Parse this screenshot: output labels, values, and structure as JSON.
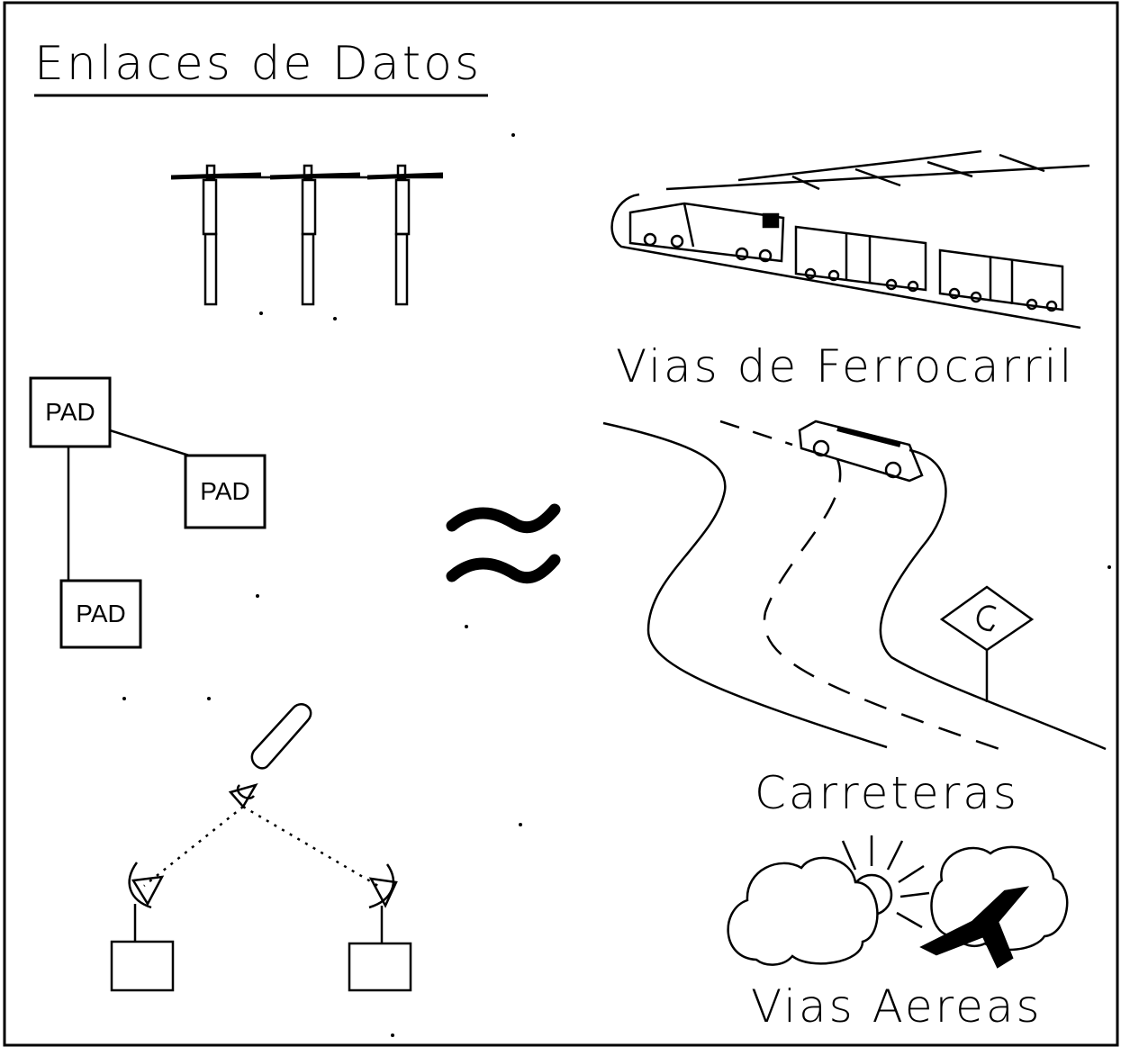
{
  "title": "Enlaces de Datos",
  "labels": {
    "railways": "Vias de Ferrocarril",
    "roads": "Carreteras",
    "airways": "Vias Aereas"
  },
  "pad_nodes": [
    "PAD",
    "PAD",
    "PAD"
  ],
  "equivalence_symbol": "≈",
  "icons": [
    "telephone-poles-icon",
    "train-icon",
    "winding-road-icon",
    "road-sign-icon",
    "satellite-icon",
    "ground-antenna-icon",
    "cloud-sun-icon",
    "storm-cloud-airplane-icon"
  ],
  "colors": {
    "ink": "#000000",
    "paper": "#ffffff"
  }
}
